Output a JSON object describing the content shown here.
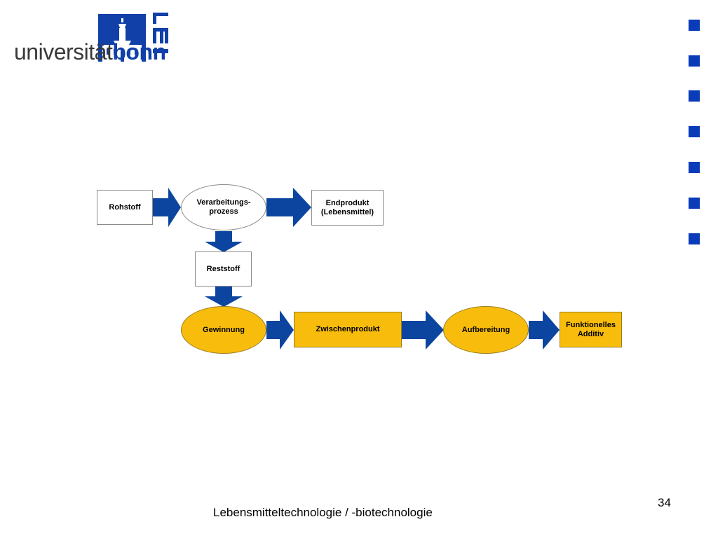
{
  "logo": {
    "word_regular": "universität",
    "word_bold": "bonn",
    "institute_letters": "IEL",
    "brand_color": "#1040a8"
  },
  "colors": {
    "accent_blue": "#0a3bb8",
    "arrow_blue": "#0b45a0",
    "node_yellow": "#f8bd0c"
  },
  "bullets": {
    "count": 7,
    "icon": "square-bullet-icon"
  },
  "diagram": {
    "nodes": {
      "rohstoff": "Rohstoff",
      "verarbeitungsprozess": "Verarbeitungs-\nprozess",
      "endprodukt": "Endprodukt\n(Lebensmittel)",
      "reststoff": "Reststoff",
      "gewinnung": "Gewinnung",
      "zwischenprodukt": "Zwischenprodukt",
      "aufbereitung": "Aufbereitung",
      "funktionelles_additiv": "Funktionelles\nAdditiv"
    },
    "edges": [
      [
        "Rohstoff",
        "Verarbeitungsprozess"
      ],
      [
        "Verarbeitungsprozess",
        "Endprodukt"
      ],
      [
        "Verarbeitungsprozess",
        "Reststoff"
      ],
      [
        "Reststoff",
        "Gewinnung"
      ],
      [
        "Gewinnung",
        "Zwischenprodukt"
      ],
      [
        "Zwischenprodukt",
        "Aufbereitung"
      ],
      [
        "Aufbereitung",
        "Funktionelles Additiv"
      ]
    ]
  },
  "footer": {
    "title": "Lebensmitteltechnologie / -biotechnologie",
    "page_number": "34"
  }
}
